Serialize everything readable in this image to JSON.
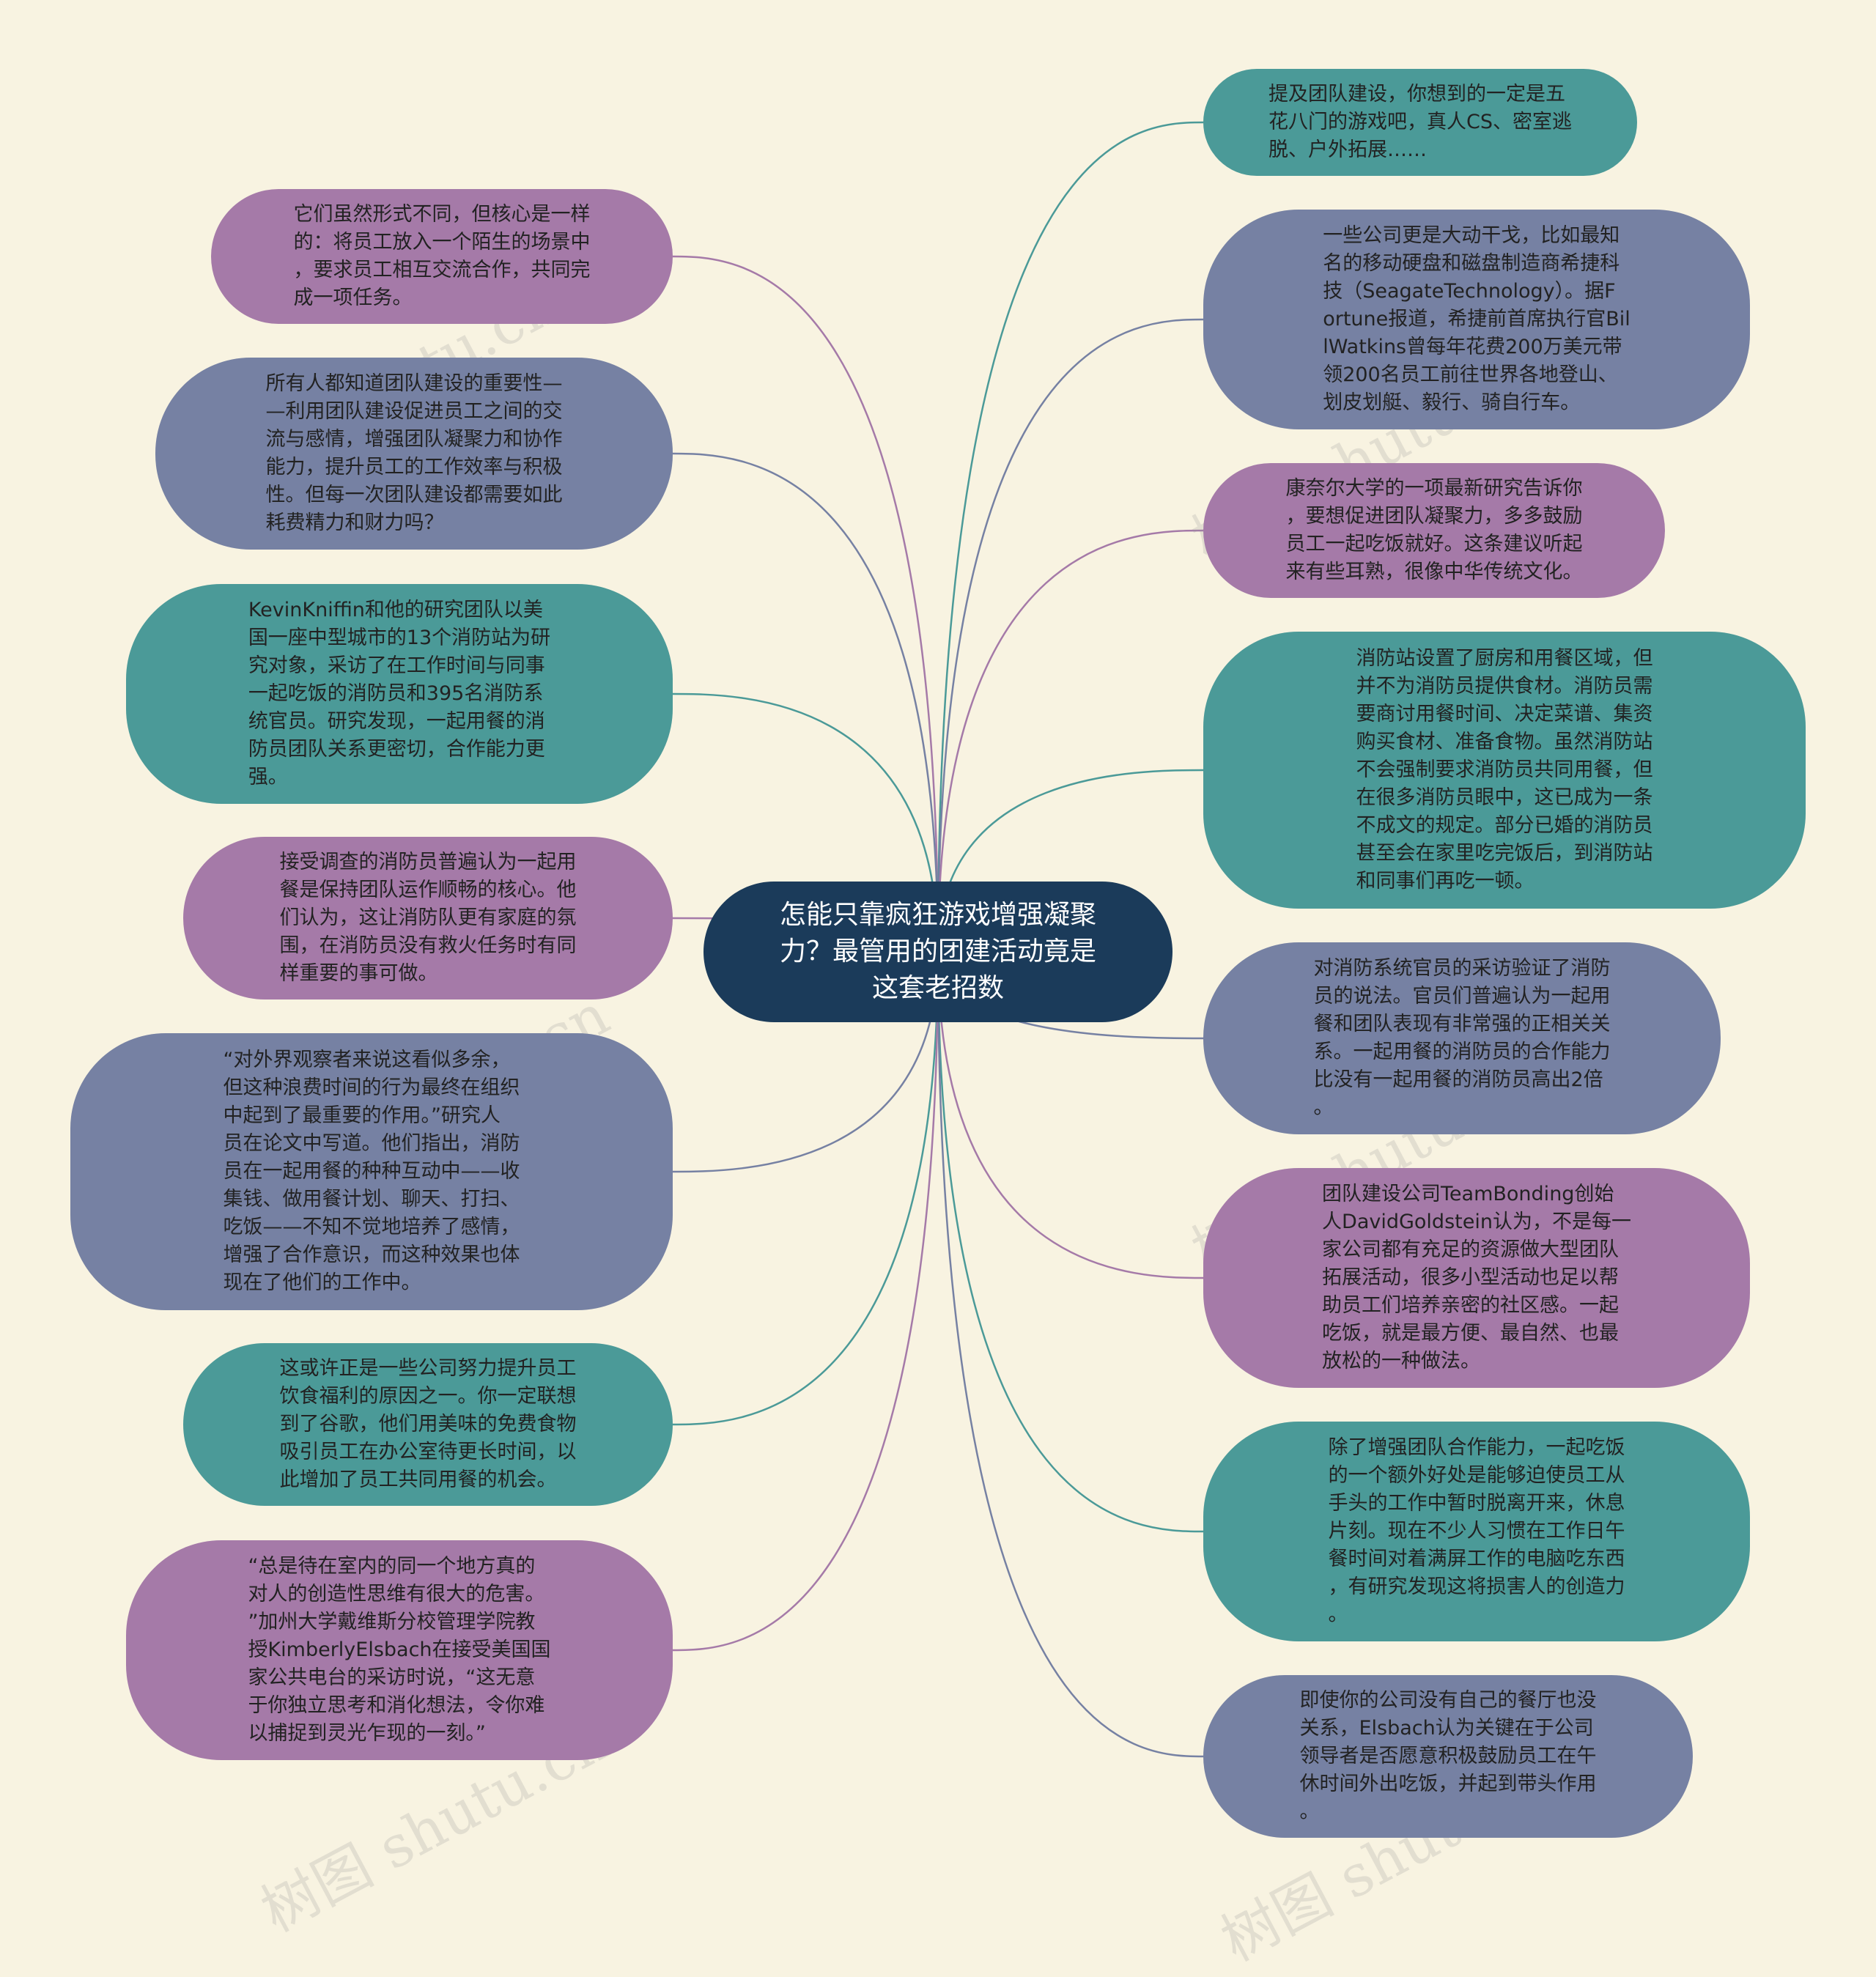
{
  "center": {
    "text": "怎能只靠疯狂游戏增强凝聚力？最管用的团建活动竟是这套老招数",
    "color": "#1b3b5a"
  },
  "colors": {
    "purple": "#a57aa8",
    "slate": "#7681a3",
    "teal": "#4b9a98",
    "background": "#f8f3e1"
  },
  "left_nodes": [
    {
      "text": "它们虽然形式不同，但核心是一样\n的：将员工放入一个陌生的场景中\n，要求员工相互交流合作，共同完\n成一项任务。",
      "color": "purple"
    },
    {
      "text": "所有人都知道团队建设的重要性—\n—利用团队建设促进员工之间的交\n流与感情，增强团队凝聚力和协作\n能力，提升员工的工作效率与积极\n性。但每一次团队建设都需要如此\n耗费精力和财力吗？",
      "color": "slate"
    },
    {
      "text": "KevinKniffin和他的研究团队以美\n国一座中型城市的13个消防站为研\n究对象，采访了在工作时间与同事\n一起吃饭的消防员和395名消防系\n统官员。研究发现，一起用餐的消\n防员团队关系更密切，合作能力更\n强。",
      "color": "teal"
    },
    {
      "text": "接受调查的消防员普遍认为一起用\n餐是保持团队运作顺畅的核心。他\n们认为，这让消防队更有家庭的氛\n围，在消防员没有救火任务时有同\n样重要的事可做。",
      "color": "purple"
    },
    {
      "text": "“对外界观察者来说这看似多余，\n但这种浪费时间的行为最终在组织\n中起到了最重要的作用。”研究人\n员在论文中写道。他们指出，消防\n员在一起用餐的种种互动中——收\n集钱、做用餐计划、聊天、打扫、\n吃饭——不知不觉地培养了感情，\n增强了合作意识，而这种效果也体\n现在了他们的工作中。",
      "color": "slate"
    },
    {
      "text": "这或许正是一些公司努力提升员工\n饮食福利的原因之一。你一定联想\n到了谷歌，他们用美味的免费食物\n吸引员工在办公室待更长时间，以\n此增加了员工共同用餐的机会。",
      "color": "teal"
    },
    {
      "text": "“总是待在室内的同一个地方真的\n对人的创造性思维有很大的危害。\n”加州大学戴维斯分校管理学院教\n授KimberlyElsbach在接受美国国\n家公共电台的采访时说，“这无意\n于你独立思考和消化想法，令你难\n以捕捉到灵光乍现的一刻。”",
      "color": "purple"
    }
  ],
  "right_nodes": [
    {
      "text": "提及团队建设，你想到的一定是五\n花八门的游戏吧，真人CS、密室逃\n脱、户外拓展……",
      "color": "teal"
    },
    {
      "text": "一些公司更是大动干戈，比如最知\n名的移动硬盘和磁盘制造商希捷科\n技（SeagateTechnology）。据F\nortune报道，希捷前首席执行官Bil\nlWatkins曾每年花费200万美元带\n领200名员工前往世界各地登山、\n划皮划艇、毅行、骑自行车。",
      "color": "slate"
    },
    {
      "text": "康奈尔大学的一项最新研究告诉你\n，要想促进团队凝聚力，多多鼓励\n员工一起吃饭就好。这条建议听起\n来有些耳熟，很像中华传统文化。",
      "color": "purple"
    },
    {
      "text": "消防站设置了厨房和用餐区域，但\n并不为消防员提供食材。消防员需\n要商讨用餐时间、决定菜谱、集资\n购买食材、准备食物。虽然消防站\n不会强制要求消防员共同用餐，但\n在很多消防员眼中，这已成为一条\n不成文的规定。部分已婚的消防员\n甚至会在家里吃完饭后，到消防站\n和同事们再吃一顿。",
      "color": "teal"
    },
    {
      "text": "对消防系统官员的采访验证了消防\n员的说法。官员们普遍认为一起用\n餐和团队表现有非常强的正相关关\n系。一起用餐的消防员的合作能力\n比没有一起用餐的消防员高出2倍\n。",
      "color": "slate"
    },
    {
      "text": "团队建设公司TeamBonding创始\n人DavidGoldstein认为，不是每一\n家公司都有充足的资源做大型团队\n拓展活动，很多小型活动也足以帮\n助员工们培养亲密的社区感。一起\n吃饭，就是最方便、最自然、也最\n放松的一种做法。",
      "color": "purple"
    },
    {
      "text": "除了增强团队合作能力，一起吃饭\n的一个额外好处是能够迫使员工从\n手头的工作中暂时脱离开来，休息\n片刻。现在不少人习惯在工作日午\n餐时间对着满屏工作的电脑吃东西\n，有研究发现这将损害人的创造力\n。",
      "color": "teal"
    },
    {
      "text": "即使你的公司没有自己的餐厅也没\n关系，Elsbach认为关键在于公司\n领导者是否愿意积极鼓励员工在午\n休时间外出吃饭，并起到带头作用\n。",
      "color": "slate"
    }
  ],
  "watermark": "树图 shutu.cn"
}
